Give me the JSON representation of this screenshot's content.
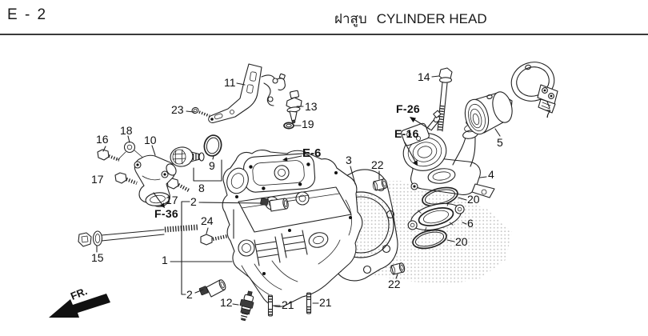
{
  "header": {
    "page_code": "E - 2",
    "title_thai": "ฝาสูบ",
    "title_en": "CYLINDER HEAD"
  },
  "diagram": {
    "fr_label": "FR.",
    "refs": {
      "e6": "E-6",
      "f26": "F-26",
      "e16": "E-16",
      "f36": "F-36"
    },
    "callouts": {
      "c1": "1",
      "c2a": "2",
      "c2b": "2",
      "c3": "3",
      "c4": "4",
      "c5": "5",
      "c6": "6",
      "c7": "7",
      "c8": "8",
      "c9": "9",
      "c10": "10",
      "c11": "11",
      "c12": "12",
      "c13": "13",
      "c14": "14",
      "c15": "15",
      "c16": "16",
      "c17a": "17",
      "c17b": "17",
      "c18": "18",
      "c19": "19",
      "c20a": "20",
      "c20b": "20",
      "c21a": "21",
      "c21b": "21",
      "c22a": "22",
      "c22b": "22",
      "c23": "23",
      "c24": "24"
    }
  }
}
